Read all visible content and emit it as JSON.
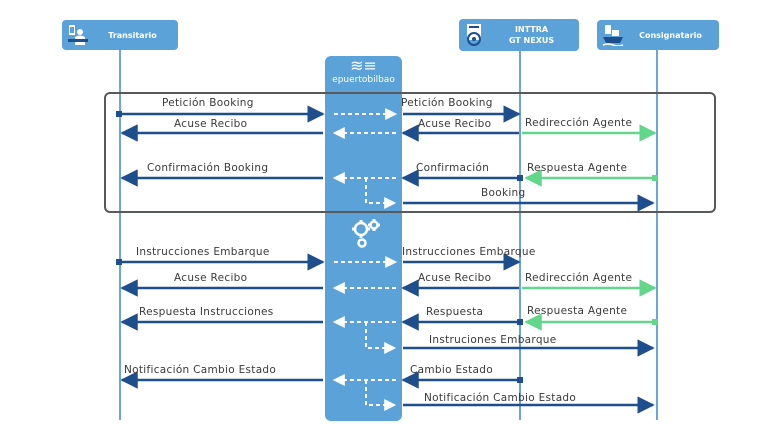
{
  "actors": {
    "transitario": "Transitario",
    "inttra_line1": "INTTRA",
    "inttra_line2": "GT NEXUS",
    "consignatario": "Consignatario"
  },
  "hub": {
    "name": "epuertobilbao"
  },
  "messages": {
    "peticion_booking_left": "Petición Booking",
    "peticion_booking_right": "Petición Booking",
    "acuse_recibo_1_left": "Acuse Recibo",
    "acuse_recibo_1_right": "Acuse Recibo",
    "redireccion_agente_1": "Redirección Agente",
    "confirmacion_booking": "Confirmación Booking",
    "confirmacion": "Confirmación",
    "respuesta_agente_1": "Respuesta Agente",
    "booking": "Booking",
    "instrucciones_embarque_left": "Instrucciones Embarque",
    "instrucciones_embarque_right": "Instrucciones Embarque",
    "acuse_recibo_2_left": "Acuse Recibo",
    "acuse_recibo_2_right": "Acuse Recibo",
    "redireccion_agente_2": "Redirección Agente",
    "respuesta_instrucciones": "Respuesta Instrucciones",
    "respuesta": "Respuesta",
    "respuesta_agente_2": "Respuesta Agente",
    "instruciones_embarque": "Instruciones Embarque",
    "notificacion_cambio_estado_left": "Notificación Cambio Estado",
    "cambio_estado": "Cambio Estado",
    "notificacion_cambio_estado_right": "Notificación Cambio Estado"
  },
  "colors": {
    "actor_blue": "#5aa2d8",
    "flow_navy": "#1f4e8c",
    "agent_green": "#62d68a",
    "frame_gray": "#58595b"
  },
  "icons": {
    "transitario": "person-at-desk-icon",
    "inttra": "ship-wheel-document-icon",
    "consignatario": "ship-on-water-icon",
    "hub": "waves-lines-icon",
    "process": "gears-icon"
  }
}
